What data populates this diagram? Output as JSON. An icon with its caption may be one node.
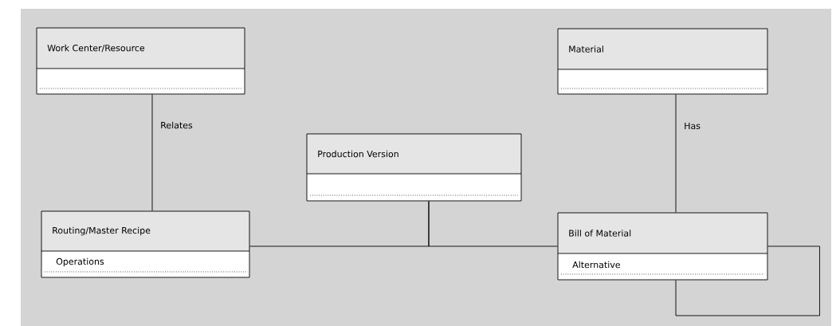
{
  "diagram": {
    "nodes": [
      {
        "text": [
          "Work Center/Resource"
        ]
      },
      {
        "text": [
          "Material"
        ]
      },
      {
        "text": [
          "Production Version"
        ]
      },
      {
        "text": [
          "Routing/Master Recipe",
          "Operations"
        ]
      },
      {
        "text": [
          "Bill of Material",
          "Alternative"
        ]
      }
    ],
    "edges": [
      {
        "from": 0,
        "to": 3,
        "arrow": "none",
        "label": "Relates"
      },
      {
        "from": 1,
        "to": 4,
        "arrow": "none",
        "label": "Has"
      },
      {
        "from": 2,
        "to": 3,
        "arrow": "none"
      },
      {
        "from": 2,
        "to": 4,
        "arrow": "none"
      },
      {
        "from": 4,
        "to": 4,
        "arrow": "none"
      }
    ]
  }
}
